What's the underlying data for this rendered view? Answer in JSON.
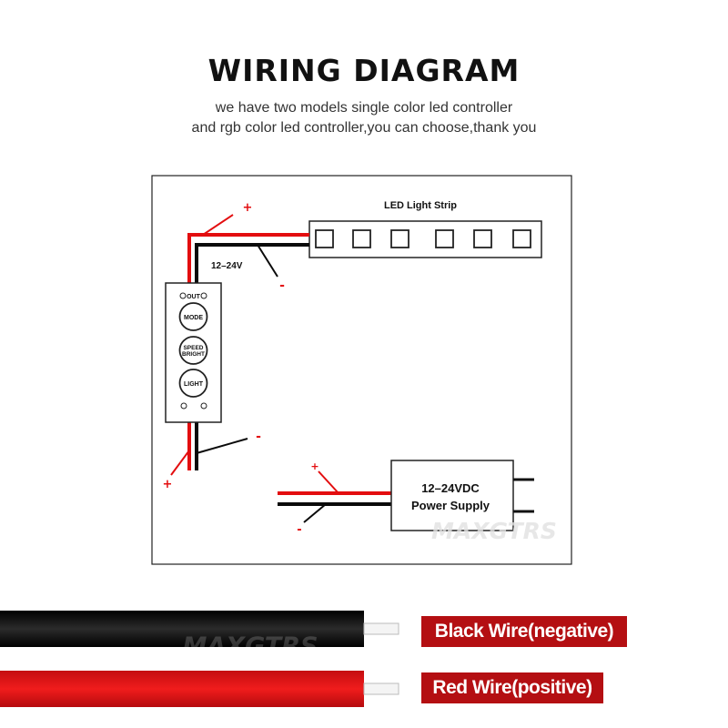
{
  "header": {
    "title": "WIRING DIAGRAM",
    "subtitle_line1": "we have two models single color led controller",
    "subtitle_line2": "and rgb color led controller,you can choose,thank you"
  },
  "diagram": {
    "led_strip_label": "LED Light Strip",
    "voltage_label": "12–24V",
    "plus": "+",
    "minus": "-",
    "controller": {
      "top_label": "OUT",
      "buttons": [
        "MODE",
        "SPEED",
        "BRIGHT",
        "LIGHT"
      ]
    },
    "power_supply": {
      "line1": "12–24VDC",
      "line2": "Power Supply"
    },
    "watermark": "MAXGTRS"
  },
  "legend": {
    "black_label": "Black Wire(negative)",
    "red_label": "Red Wire(positive)",
    "watermark": "MAXGTRS"
  },
  "colors": {
    "red_wire": "#e30d0f",
    "black_wire": "#0a0a0a",
    "label_bg": "#b40f12"
  }
}
